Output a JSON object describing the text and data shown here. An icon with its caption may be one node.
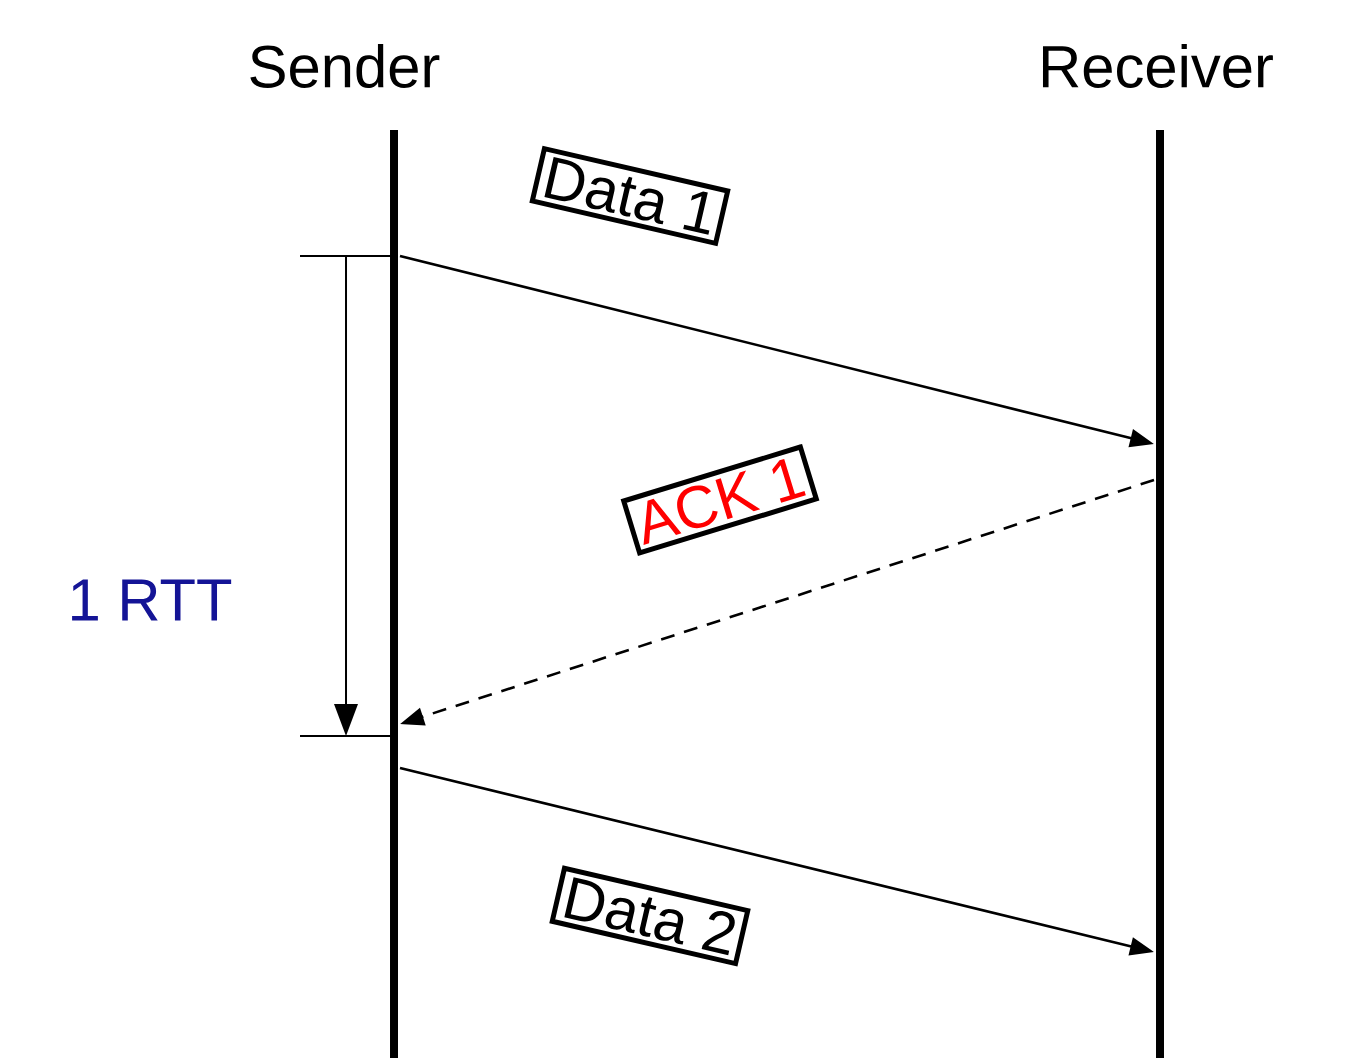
{
  "diagram": {
    "nodes": [
      {
        "text": [
          "Sender"
        ]
      },
      {
        "text": [
          "Receiver"
        ]
      }
    ],
    "edges": [
      {
        "from": 0,
        "to": 1,
        "arrow": "to",
        "label": "Data 1"
      },
      {
        "from": 1,
        "to": 0,
        "arrow": "to",
        "label": "ACK 1",
        "style": "dashed"
      },
      {
        "from": 0,
        "to": 1,
        "arrow": "to",
        "label": "Data 2"
      }
    ],
    "labels": [
      "1 RTT"
    ]
  }
}
